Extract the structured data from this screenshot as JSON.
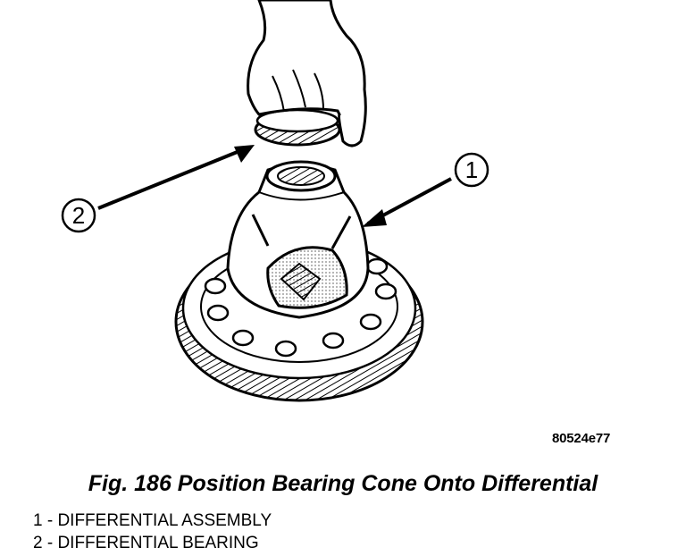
{
  "figure": {
    "id_code": "80524e77",
    "caption": "Fig. 186 Position Bearing Cone Onto Differential"
  },
  "callouts": [
    {
      "number": "1"
    },
    {
      "number": "2"
    }
  ],
  "legend": [
    {
      "text": "1 - DIFFERENTIAL ASSEMBLY"
    },
    {
      "text": "2 - DIFFERENTIAL BEARING"
    }
  ]
}
